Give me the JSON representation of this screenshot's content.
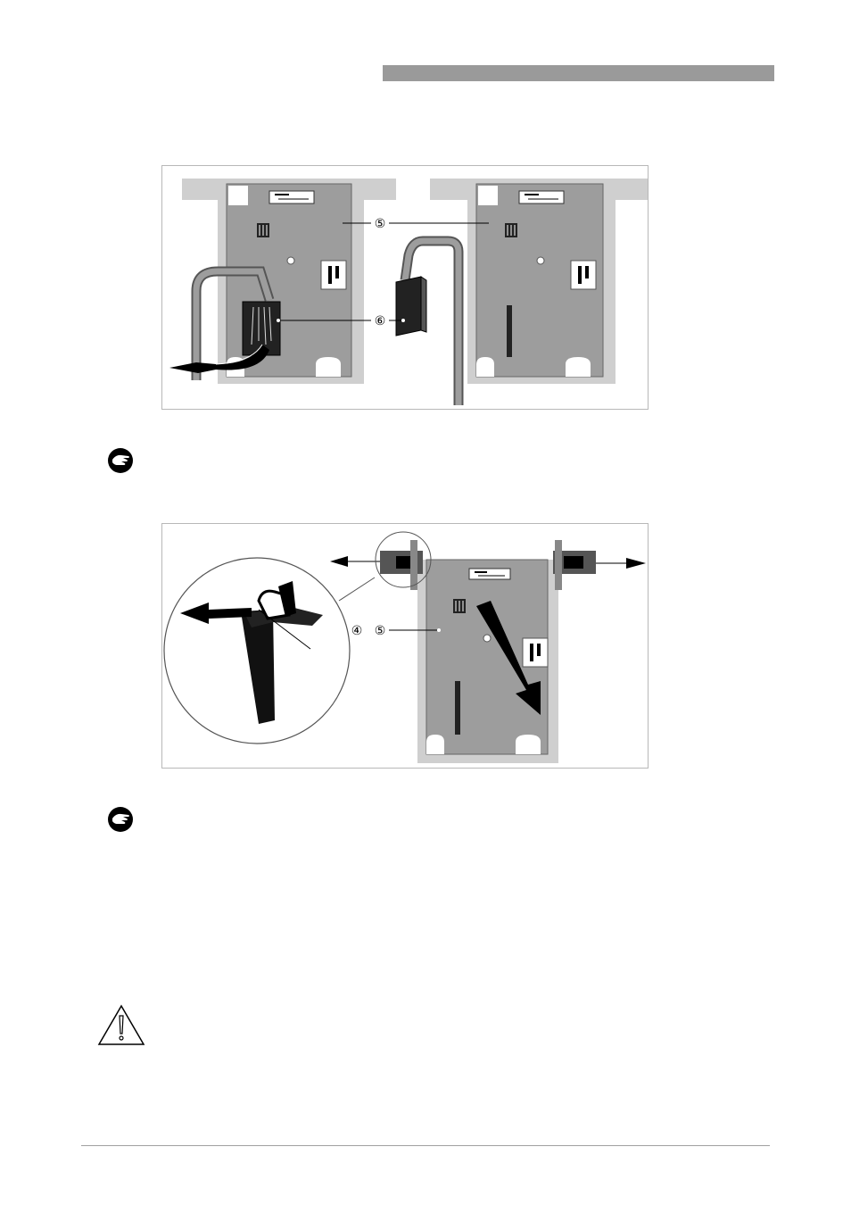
{
  "header": {
    "bar_color": "#9a9a9a"
  },
  "figure_1": {
    "callouts": {
      "pcb": "⑤",
      "connector": "⑥"
    }
  },
  "figure_2": {
    "callouts": {
      "item4": "④",
      "item5": "⑤"
    }
  },
  "icons": {
    "step_1": "hand-icon",
    "step_2": "hand-icon",
    "warning": "warning-triangle-icon"
  },
  "colors": {
    "board": "#9d9d9d",
    "frame": "#cfcfcf",
    "dark": "#555555"
  }
}
